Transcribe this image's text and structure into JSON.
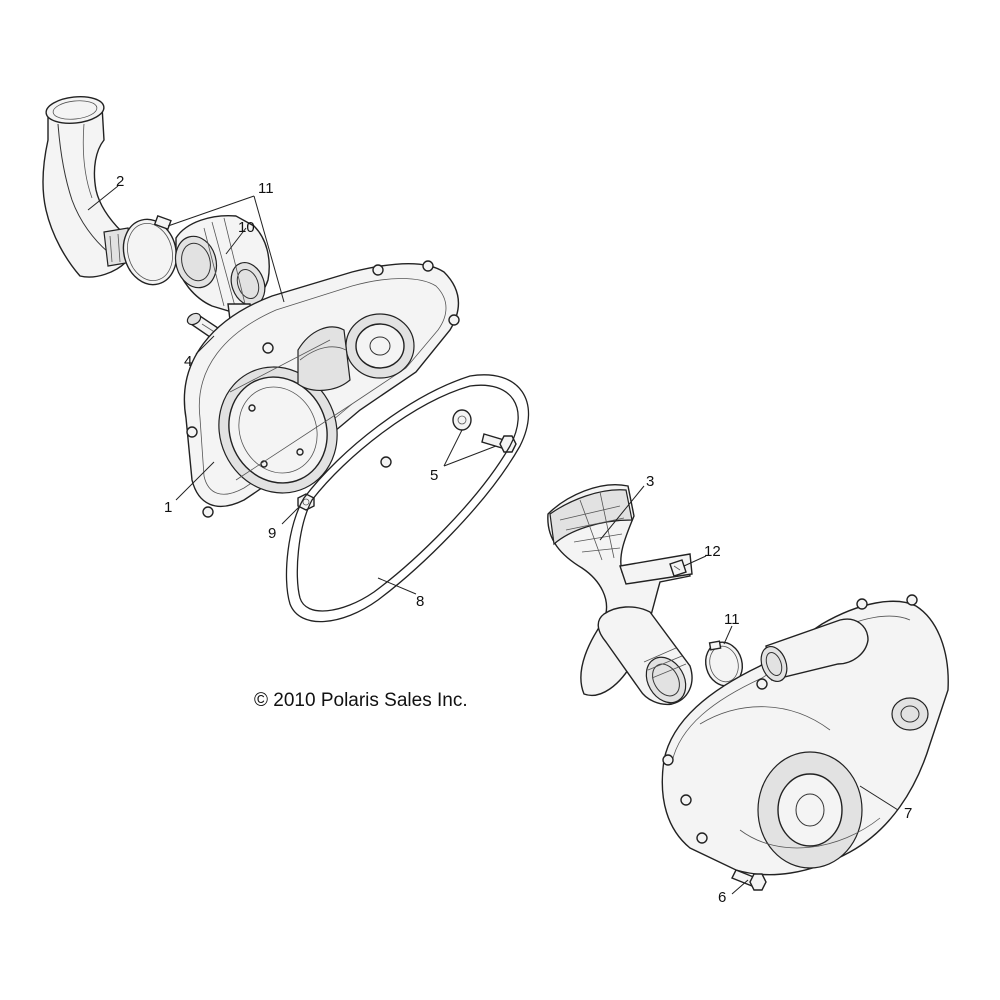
{
  "copyright": "© 2010 Polaris Sales Inc.",
  "callouts": {
    "c1": "1",
    "c2": "2",
    "c3": "3",
    "c4": "4",
    "c5": "5",
    "c6": "6",
    "c7": "7",
    "c8": "8",
    "c9": "9",
    "c10": "10",
    "c11_top": "11",
    "c11_right": "11",
    "c12": "12"
  }
}
